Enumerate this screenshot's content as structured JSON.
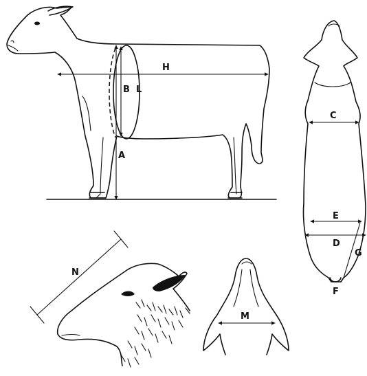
{
  "labels": {
    "A": "A",
    "B": "B",
    "C": "C",
    "D": "D",
    "E": "E",
    "F": "F",
    "G": "G",
    "H": "H",
    "L": "L",
    "M": "M",
    "N": "N"
  }
}
